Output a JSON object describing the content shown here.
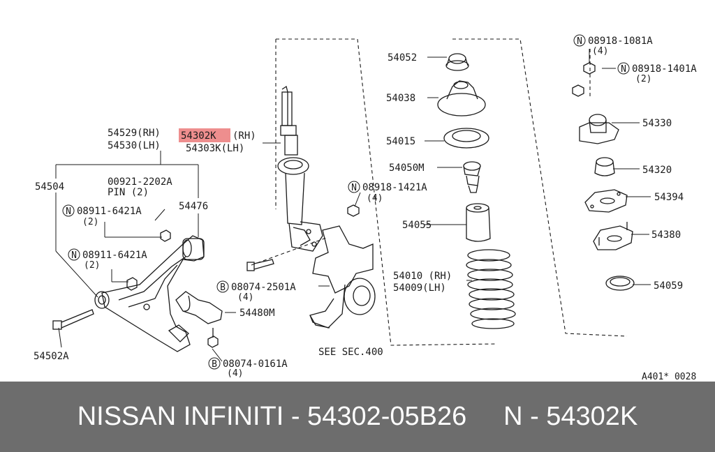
{
  "diagram": {
    "labels": {
      "p54052": "54052",
      "p54038": "54038",
      "p54015": "54015",
      "p54050M": "54050M",
      "p54055": "54055",
      "p54010": "54010 (RH)",
      "p54009": "54009(LH)",
      "p54529": "54529(RH)",
      "p54530": "54530(LH)",
      "p54302K": "54302K",
      "p54302K_rh": "(RH)",
      "p54303K": "54303K(LH)",
      "p54504": "54504",
      "p00921": "00921-2202A",
      "pin": "PIN (2)",
      "p54476": "54476",
      "n08911a": "08911-6421A",
      "n08911a_qty": "(2)",
      "n08911b": "08911-6421A",
      "n08911b_qty": "(2)",
      "n08918_1421": "08918-1421A",
      "n08918_1421_qty": "(4)",
      "b08074_2501": "08074-2501A",
      "b08074_2501_qty": "(4)",
      "p54480M": "54480M",
      "p54502A": "54502A",
      "b08074_0161": "08074-0161A",
      "b08074_0161_qty": "(4)",
      "see_sec": "SEE SEC.400",
      "n08918_1081": "08918-1081A",
      "n08918_1081_qty": "(4)",
      "n08918_1401": "08918-1401A",
      "n08918_1401_qty": "(2)",
      "p54330": "54330",
      "p54320": "54320",
      "p54394": "54394",
      "p54380": "54380",
      "p54059": "54059",
      "ref_code": "A401* 0028"
    },
    "prefix_n": "N",
    "prefix_b": "B",
    "highlight_color": "#ee8e8e"
  },
  "banner": {
    "brand": "NISSAN INFINITI - 54302-05B26",
    "part": "N - 54302K"
  }
}
